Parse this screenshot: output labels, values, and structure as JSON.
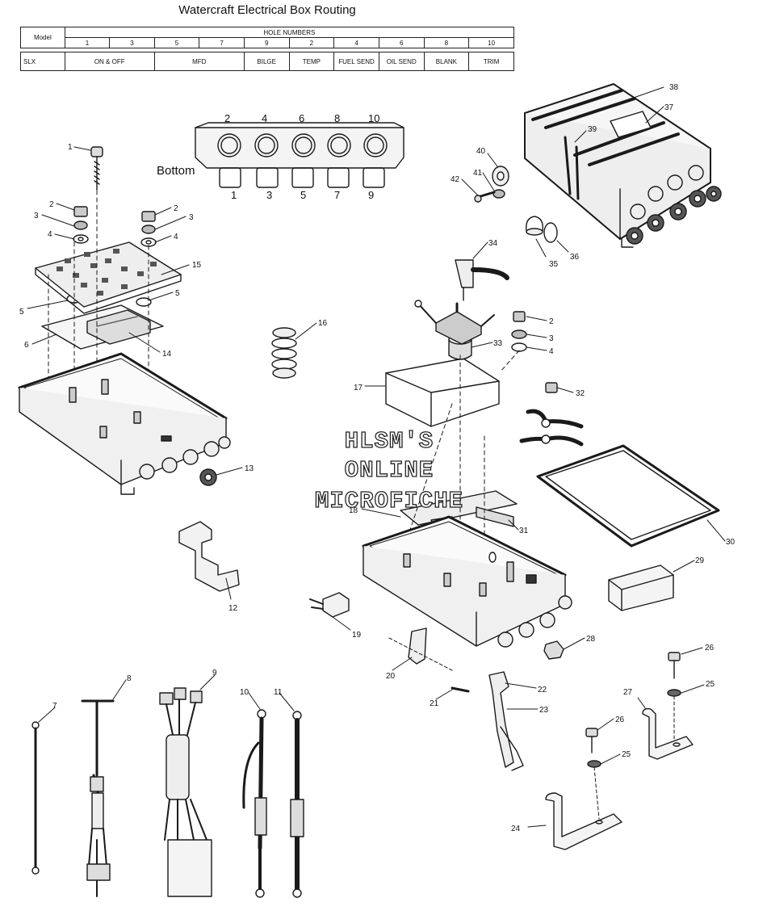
{
  "title": "Watercraft Electrical Box Routing",
  "table": {
    "model_header": "Model",
    "hole_numbers_header": "HOLE NUMBERS",
    "hole_columns": [
      "1",
      "3",
      "5",
      "7",
      "9",
      "2",
      "4",
      "6",
      "8",
      "10"
    ],
    "row": {
      "model": "SLX",
      "cells": [
        "ON & OFF",
        "MFD",
        "BILGE",
        "TEMP",
        "FUEL SEND",
        "OIL SEND",
        "BLANK",
        "TRIM"
      ]
    }
  },
  "routing_diagram": {
    "bottom_label": "Bottom",
    "top_holes": [
      "2",
      "4",
      "6",
      "8",
      "10"
    ],
    "bottom_holes": [
      "1",
      "3",
      "5",
      "7",
      "9"
    ]
  },
  "watermark": [
    "HLSM'S",
    "ONLINE",
    "MICROFICHE"
  ],
  "callouts": {
    "c1": "1",
    "c2a": "2",
    "c3a": "3",
    "c4a": "4",
    "c2b": "2",
    "c3b": "3",
    "c4b": "4",
    "c15": "15",
    "c5a": "5",
    "c5b": "5",
    "c6": "6",
    "c14": "14",
    "c13": "13",
    "c12": "12",
    "c16": "16",
    "c17": "17",
    "c18": "18",
    "c19": "19",
    "c20": "20",
    "c21": "21",
    "c34": "34",
    "c33": "33",
    "c2c": "2",
    "c3c": "3",
    "c4c": "4",
    "c32": "32",
    "c31": "31",
    "c30": "30",
    "c29": "29",
    "c28": "28",
    "c22": "22",
    "c23": "23",
    "c24": "24",
    "c25a": "25",
    "c25b": "25",
    "c26a": "26",
    "c26b": "26",
    "c27": "27",
    "c35": "35",
    "c36": "36",
    "c37": "37",
    "c38": "38",
    "c39": "39",
    "c40": "40",
    "c41": "41",
    "c42": "42",
    "c7": "7",
    "c8": "8",
    "c9": "9",
    "c10": "10",
    "c11": "11"
  }
}
